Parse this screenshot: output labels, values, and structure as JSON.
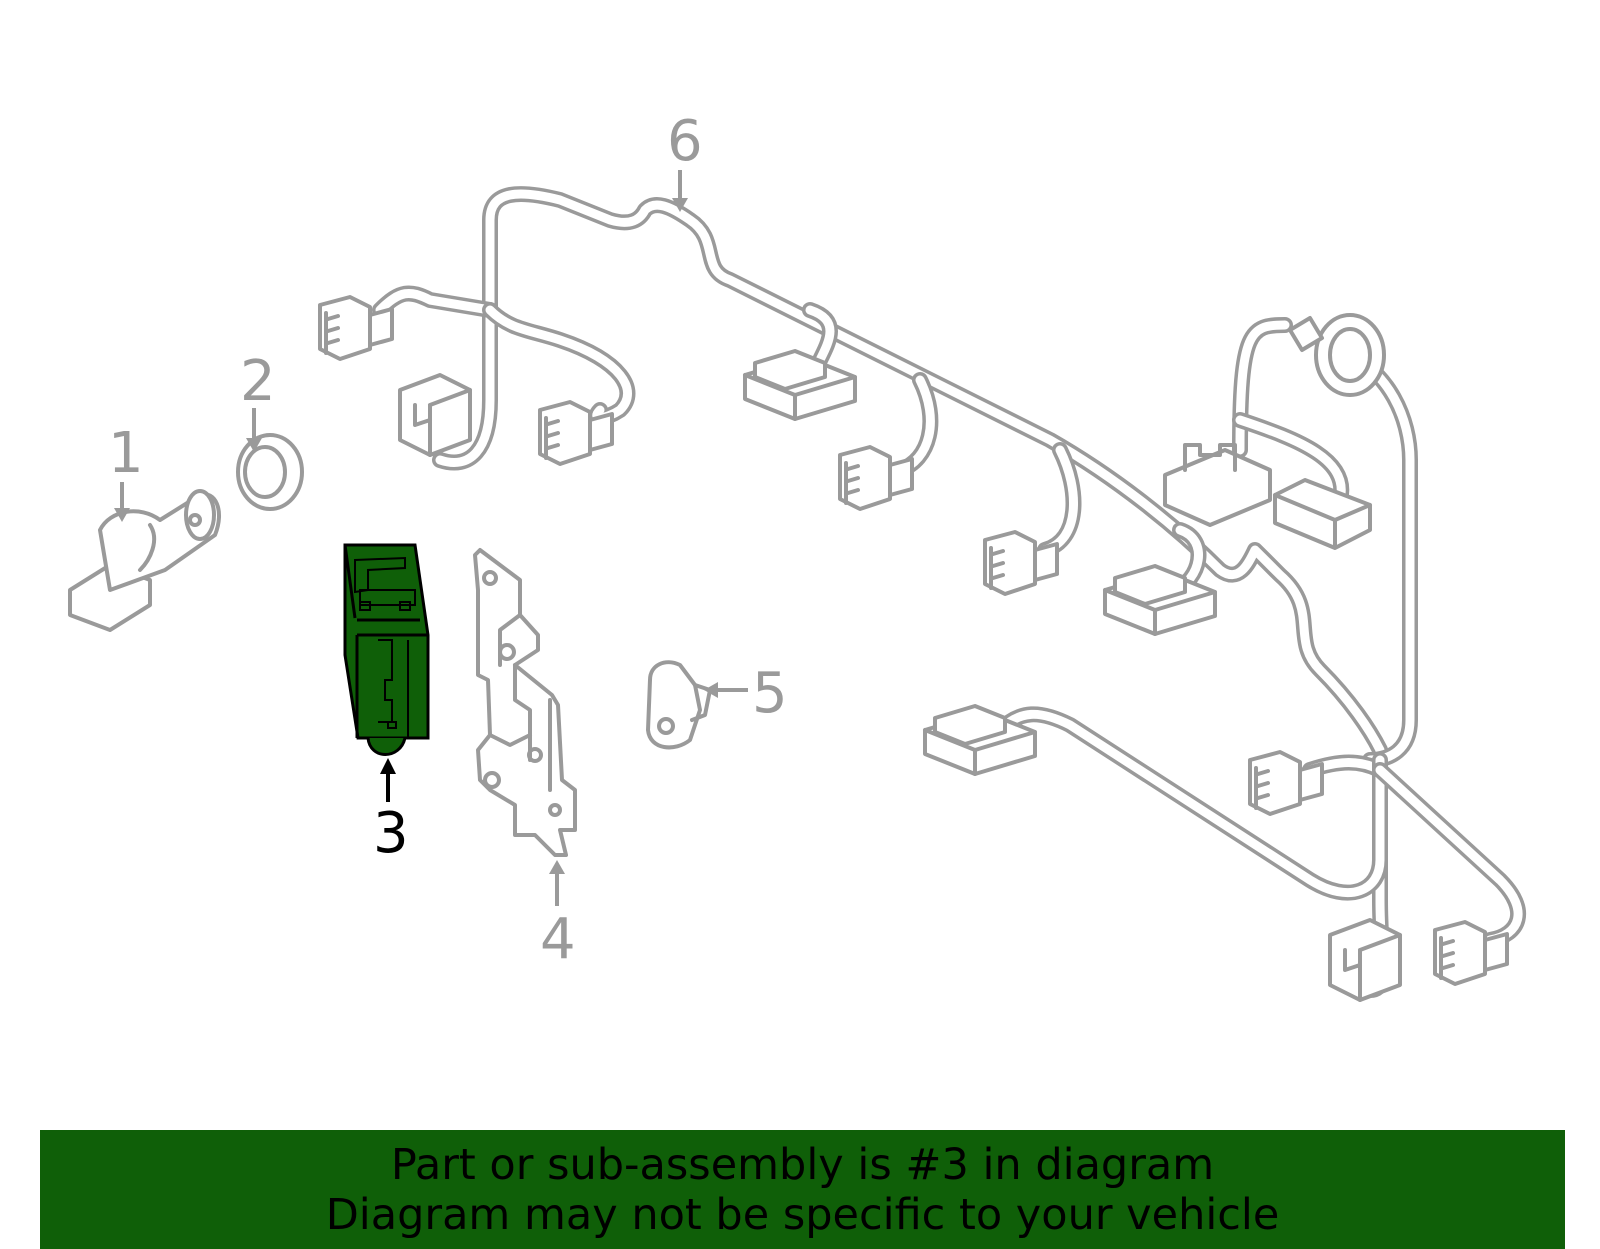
{
  "diagram": {
    "callouts": [
      {
        "id": "1",
        "label": "1"
      },
      {
        "id": "2",
        "label": "2"
      },
      {
        "id": "3",
        "label": "3"
      },
      {
        "id": "4",
        "label": "4"
      },
      {
        "id": "5",
        "label": "5"
      },
      {
        "id": "6",
        "label": "6"
      }
    ],
    "highlighted_part": "3",
    "colors": {
      "highlight": "#0f5f08",
      "outline": "#9a9a9a",
      "banner": "#0f5f08"
    }
  },
  "banner": {
    "line1": "Part or sub-assembly is #3 in diagram",
    "line2": "Diagram may not be specific to your vehicle"
  }
}
